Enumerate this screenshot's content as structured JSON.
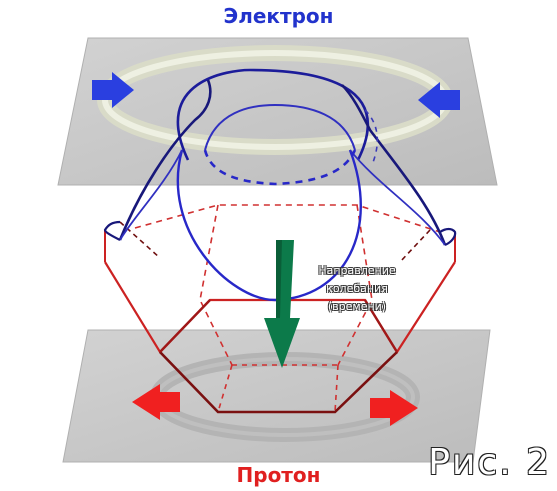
{
  "labels": {
    "electron": "Электрон",
    "proton": "Протон",
    "direction_line1": "Направление",
    "direction_line2": "колебания",
    "direction_line3": "(времени)",
    "figure": "Рис. 2"
  },
  "colors": {
    "electron": "#2233cc",
    "proton": "#e02020",
    "plate": "#c8c8c8",
    "ring": "#e6e8d8",
    "time_arrow": "#0c7a4a"
  }
}
